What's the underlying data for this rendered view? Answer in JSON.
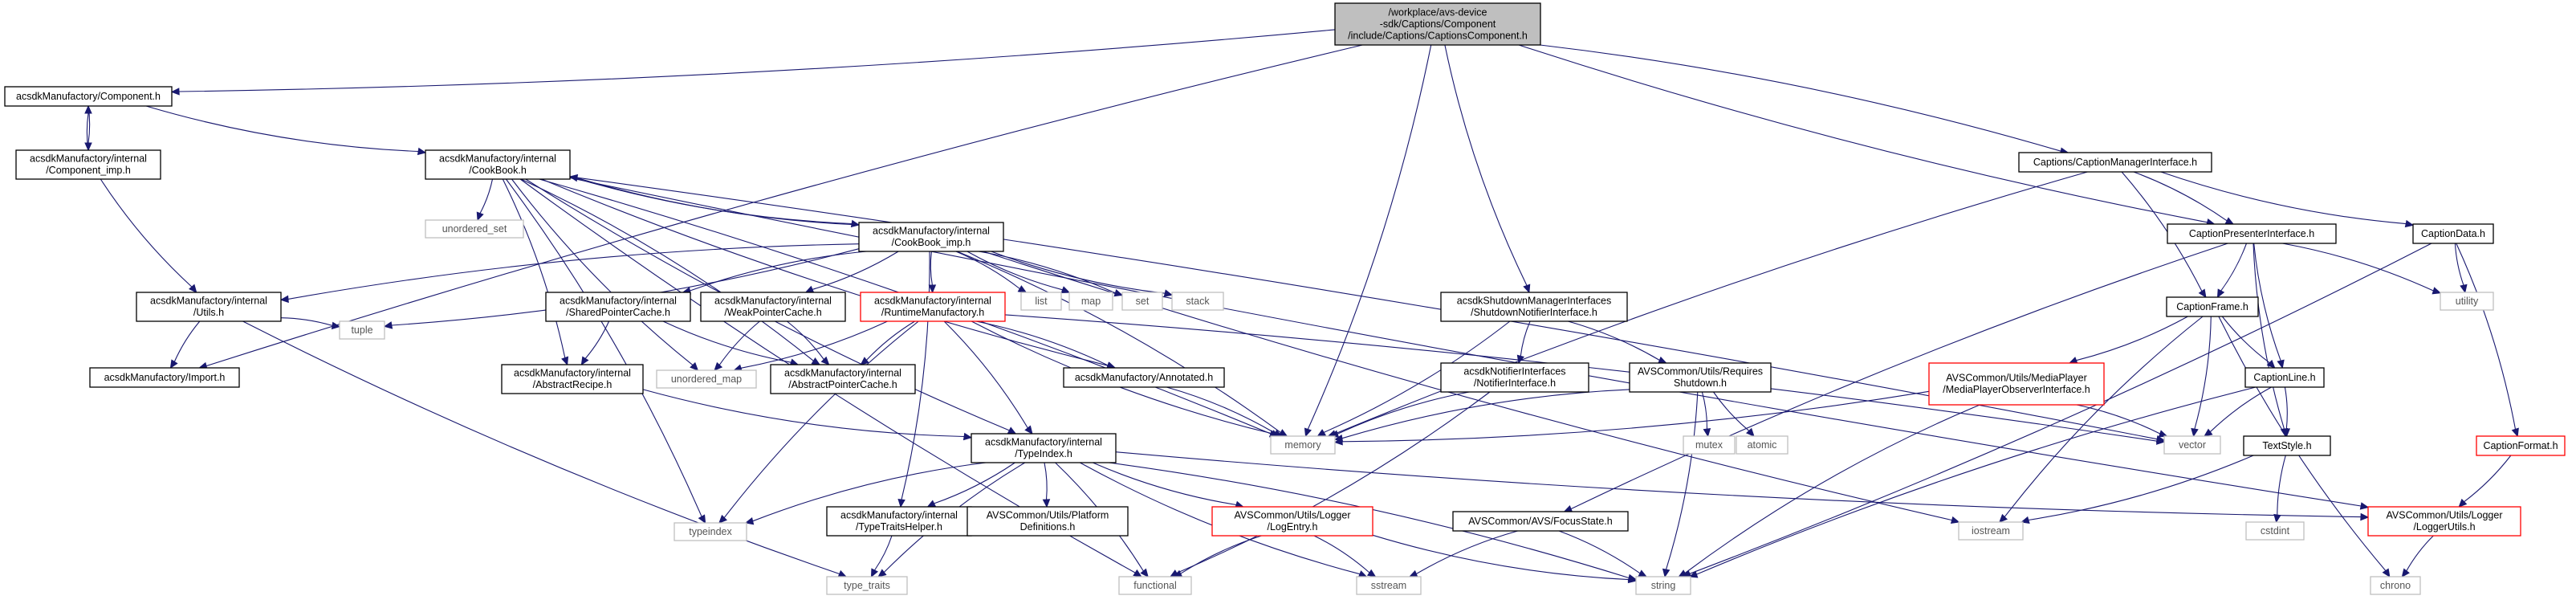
{
  "colors": {
    "edge": "#191970",
    "box_border": "#000000",
    "box_fill": "#ffffff",
    "root_fill": "#bfbfbf",
    "system_border": "#bfbfbf",
    "truncated_border": "#ff0000"
  },
  "nodes": [
    {
      "id": "root",
      "lines": [
        "/workplace/avs-device",
        "-sdk/Captions/Component",
        "/include/Captions/CaptionsComponent.h"
      ],
      "style": "root"
    },
    {
      "id": "component",
      "lines": [
        "acsdkManufactory/Component.h"
      ],
      "style": "normal"
    },
    {
      "id": "component_imp",
      "lines": [
        "acsdkManufactory/internal",
        "/Component_imp.h"
      ],
      "style": "normal"
    },
    {
      "id": "cookbook",
      "lines": [
        "acsdkManufactory/internal",
        "/CookBook.h"
      ],
      "style": "normal"
    },
    {
      "id": "unordered_set",
      "lines": [
        "unordered_set"
      ],
      "style": "system"
    },
    {
      "id": "cookbook_imp",
      "lines": [
        "acsdkManufactory/internal",
        "/CookBook_imp.h"
      ],
      "style": "normal"
    },
    {
      "id": "utils",
      "lines": [
        "acsdkManufactory/internal",
        "/Utils.h"
      ],
      "style": "normal"
    },
    {
      "id": "tuple",
      "lines": [
        "tuple"
      ],
      "style": "system"
    },
    {
      "id": "import",
      "lines": [
        "acsdkManufactory/Import.h"
      ],
      "style": "normal"
    },
    {
      "id": "shared_ptr_cache",
      "lines": [
        "acsdkManufactory/internal",
        "/SharedPointerCache.h"
      ],
      "style": "normal"
    },
    {
      "id": "weak_ptr_cache",
      "lines": [
        "acsdkManufactory/internal",
        "/WeakPointerCache.h"
      ],
      "style": "normal"
    },
    {
      "id": "runtime_manufactory",
      "lines": [
        "acsdkManufactory/internal",
        "/RuntimeManufactory.h"
      ],
      "style": "truncated"
    },
    {
      "id": "list",
      "lines": [
        "list"
      ],
      "style": "system"
    },
    {
      "id": "map",
      "lines": [
        "map"
      ],
      "style": "system"
    },
    {
      "id": "set",
      "lines": [
        "set"
      ],
      "style": "system"
    },
    {
      "id": "stack",
      "lines": [
        "stack"
      ],
      "style": "system"
    },
    {
      "id": "abstract_recipe",
      "lines": [
        "acsdkManufactory/internal",
        "/AbstractRecipe.h"
      ],
      "style": "normal"
    },
    {
      "id": "unordered_map",
      "lines": [
        "unordered_map"
      ],
      "style": "system"
    },
    {
      "id": "abstract_ptr_cache",
      "lines": [
        "acsdkManufactory/internal",
        "/AbstractPointerCache.h"
      ],
      "style": "normal"
    },
    {
      "id": "annotated",
      "lines": [
        "acsdkManufactory/Annotated.h"
      ],
      "style": "normal"
    },
    {
      "id": "memory",
      "lines": [
        "memory"
      ],
      "style": "system"
    },
    {
      "id": "type_index",
      "lines": [
        "acsdkManufactory/internal",
        "/TypeIndex.h"
      ],
      "style": "normal"
    },
    {
      "id": "typeindex",
      "lines": [
        "typeindex"
      ],
      "style": "system"
    },
    {
      "id": "type_traits_helper",
      "lines": [
        "acsdkManufactory/internal",
        "/TypeTraitsHelper.h"
      ],
      "style": "normal"
    },
    {
      "id": "type_traits",
      "lines": [
        "type_traits"
      ],
      "style": "system"
    },
    {
      "id": "platform_defs",
      "lines": [
        "AVSCommon/Utils/Platform",
        "Definitions.h"
      ],
      "style": "normal"
    },
    {
      "id": "log_entry",
      "lines": [
        "AVSCommon/Utils/Logger",
        "/LogEntry.h"
      ],
      "style": "truncated"
    },
    {
      "id": "functional",
      "lines": [
        "functional"
      ],
      "style": "system"
    },
    {
      "id": "sstream",
      "lines": [
        "sstream"
      ],
      "style": "system"
    },
    {
      "id": "string",
      "lines": [
        "string"
      ],
      "style": "system"
    },
    {
      "id": "shutdown_notifier",
      "lines": [
        "acsdkShutdownManagerInterfaces",
        "/ShutdownNotifierInterface.h"
      ],
      "style": "normal"
    },
    {
      "id": "notifier_interface",
      "lines": [
        "acsdkNotifierInterfaces",
        "/NotifierInterface.h"
      ],
      "style": "normal"
    },
    {
      "id": "requires_shutdown",
      "lines": [
        "AVSCommon/Utils/Requires",
        "Shutdown.h"
      ],
      "style": "normal"
    },
    {
      "id": "mutex",
      "lines": [
        "mutex"
      ],
      "style": "system"
    },
    {
      "id": "atomic",
      "lines": [
        "atomic"
      ],
      "style": "system"
    },
    {
      "id": "focus_state",
      "lines": [
        "AVSCommon/AVS/FocusState.h"
      ],
      "style": "normal"
    },
    {
      "id": "caption_manager",
      "lines": [
        "Captions/CaptionManagerInterface.h"
      ],
      "style": "normal"
    },
    {
      "id": "caption_presenter",
      "lines": [
        "CaptionPresenterInterface.h"
      ],
      "style": "normal"
    },
    {
      "id": "caption_data",
      "lines": [
        "CaptionData.h"
      ],
      "style": "normal"
    },
    {
      "id": "utility",
      "lines": [
        "utility"
      ],
      "style": "system"
    },
    {
      "id": "caption_frame",
      "lines": [
        "CaptionFrame.h"
      ],
      "style": "normal"
    },
    {
      "id": "media_player_observer",
      "lines": [
        "AVSCommon/Utils/MediaPlayer",
        "/MediaPlayerObserverInterface.h"
      ],
      "style": "truncated"
    },
    {
      "id": "caption_line",
      "lines": [
        "CaptionLine.h"
      ],
      "style": "normal"
    },
    {
      "id": "vector",
      "lines": [
        "vector"
      ],
      "style": "system"
    },
    {
      "id": "text_style",
      "lines": [
        "TextStyle.h"
      ],
      "style": "normal"
    },
    {
      "id": "iostream",
      "lines": [
        "iostream"
      ],
      "style": "system"
    },
    {
      "id": "cstdint",
      "lines": [
        "cstdint"
      ],
      "style": "system"
    },
    {
      "id": "caption_format",
      "lines": [
        "CaptionFormat.h"
      ],
      "style": "truncated"
    },
    {
      "id": "logger_utils",
      "lines": [
        "AVSCommon/Utils/Logger",
        "/LoggerUtils.h"
      ],
      "style": "truncated"
    },
    {
      "id": "chrono",
      "lines": [
        "chrono"
      ],
      "style": "system"
    }
  ],
  "edges": [
    [
      "root",
      "component"
    ],
    [
      "root",
      "import"
    ],
    [
      "root",
      "memory"
    ],
    [
      "root",
      "shutdown_notifier"
    ],
    [
      "root",
      "caption_manager"
    ],
    [
      "root",
      "caption_presenter"
    ],
    [
      "component",
      "component_imp"
    ],
    [
      "component",
      "cookbook"
    ],
    [
      "component_imp",
      "component"
    ],
    [
      "component_imp",
      "utils"
    ],
    [
      "cookbook",
      "unordered_set"
    ],
    [
      "cookbook",
      "cookbook_imp"
    ],
    [
      "cookbook",
      "abstract_recipe"
    ],
    [
      "cookbook",
      "unordered_map"
    ],
    [
      "cookbook",
      "abstract_ptr_cache"
    ],
    [
      "cookbook",
      "annotated"
    ],
    [
      "cookbook",
      "memory"
    ],
    [
      "cookbook",
      "type_index"
    ],
    [
      "cookbook",
      "typeindex"
    ],
    [
      "cookbook",
      "functional"
    ],
    [
      "cookbook",
      "vector"
    ],
    [
      "cookbook",
      "logger_utils"
    ],
    [
      "cookbook_imp",
      "cookbook"
    ],
    [
      "cookbook_imp",
      "utils"
    ],
    [
      "cookbook_imp",
      "tuple"
    ],
    [
      "cookbook_imp",
      "shared_ptr_cache"
    ],
    [
      "cookbook_imp",
      "weak_ptr_cache"
    ],
    [
      "cookbook_imp",
      "runtime_manufactory"
    ],
    [
      "cookbook_imp",
      "list"
    ],
    [
      "cookbook_imp",
      "map"
    ],
    [
      "cookbook_imp",
      "set"
    ],
    [
      "cookbook_imp",
      "stack"
    ],
    [
      "cookbook_imp",
      "memory"
    ],
    [
      "cookbook_imp",
      "iostream"
    ],
    [
      "cookbook_imp",
      "type_traits_helper"
    ],
    [
      "utils",
      "import"
    ],
    [
      "utils",
      "tuple"
    ],
    [
      "utils",
      "type_traits"
    ],
    [
      "shared_ptr_cache",
      "abstract_recipe"
    ],
    [
      "shared_ptr_cache",
      "abstract_ptr_cache"
    ],
    [
      "weak_ptr_cache",
      "abstract_ptr_cache"
    ],
    [
      "weak_ptr_cache",
      "unordered_map"
    ],
    [
      "runtime_manufactory",
      "unordered_map"
    ],
    [
      "runtime_manufactory",
      "abstract_ptr_cache"
    ],
    [
      "runtime_manufactory",
      "annotated"
    ],
    [
      "runtime_manufactory",
      "memory"
    ],
    [
      "runtime_manufactory",
      "type_index"
    ],
    [
      "runtime_manufactory",
      "typeindex"
    ],
    [
      "runtime_manufactory",
      "vector"
    ],
    [
      "abstract_recipe",
      "type_index"
    ],
    [
      "annotated",
      "memory"
    ],
    [
      "type_index",
      "typeindex"
    ],
    [
      "type_index",
      "type_traits_helper"
    ],
    [
      "type_index",
      "type_traits"
    ],
    [
      "type_index",
      "platform_defs"
    ],
    [
      "type_index",
      "log_entry"
    ],
    [
      "type_index",
      "functional"
    ],
    [
      "type_index",
      "sstream"
    ],
    [
      "type_index",
      "string"
    ],
    [
      "type_index",
      "logger_utils"
    ],
    [
      "type_traits_helper",
      "type_traits"
    ],
    [
      "log_entry",
      "functional"
    ],
    [
      "log_entry",
      "sstream"
    ],
    [
      "log_entry",
      "string"
    ],
    [
      "shutdown_notifier",
      "memory"
    ],
    [
      "shutdown_notifier",
      "notifier_interface"
    ],
    [
      "shutdown_notifier",
      "requires_shutdown"
    ],
    [
      "notifier_interface",
      "memory"
    ],
    [
      "notifier_interface",
      "functional"
    ],
    [
      "requires_shutdown",
      "memory"
    ],
    [
      "requires_shutdown",
      "mutex"
    ],
    [
      "requires_shutdown",
      "atomic"
    ],
    [
      "requires_shutdown",
      "string"
    ],
    [
      "focus_state",
      "sstream"
    ],
    [
      "focus_state",
      "string"
    ],
    [
      "caption_manager",
      "memory"
    ],
    [
      "caption_manager",
      "caption_presenter"
    ],
    [
      "caption_manager",
      "caption_data"
    ],
    [
      "caption_manager",
      "caption_frame"
    ],
    [
      "caption_presenter",
      "focus_state"
    ],
    [
      "caption_presenter",
      "caption_frame"
    ],
    [
      "caption_presenter",
      "caption_line"
    ],
    [
      "caption_presenter",
      "utility"
    ],
    [
      "caption_presenter",
      "text_style"
    ],
    [
      "caption_data",
      "string"
    ],
    [
      "caption_data",
      "utility"
    ],
    [
      "caption_data",
      "caption_format"
    ],
    [
      "caption_frame",
      "iostream"
    ],
    [
      "caption_frame",
      "media_player_observer"
    ],
    [
      "caption_frame",
      "caption_line"
    ],
    [
      "caption_frame",
      "vector"
    ],
    [
      "caption_frame",
      "chrono"
    ],
    [
      "media_player_observer",
      "memory"
    ],
    [
      "media_player_observer",
      "string"
    ],
    [
      "media_player_observer",
      "vector"
    ],
    [
      "caption_line",
      "vector"
    ],
    [
      "caption_line",
      "text_style"
    ],
    [
      "caption_line",
      "string"
    ],
    [
      "text_style",
      "iostream"
    ],
    [
      "text_style",
      "cstdint"
    ],
    [
      "caption_format",
      "logger_utils"
    ],
    [
      "logger_utils",
      "chrono"
    ]
  ]
}
